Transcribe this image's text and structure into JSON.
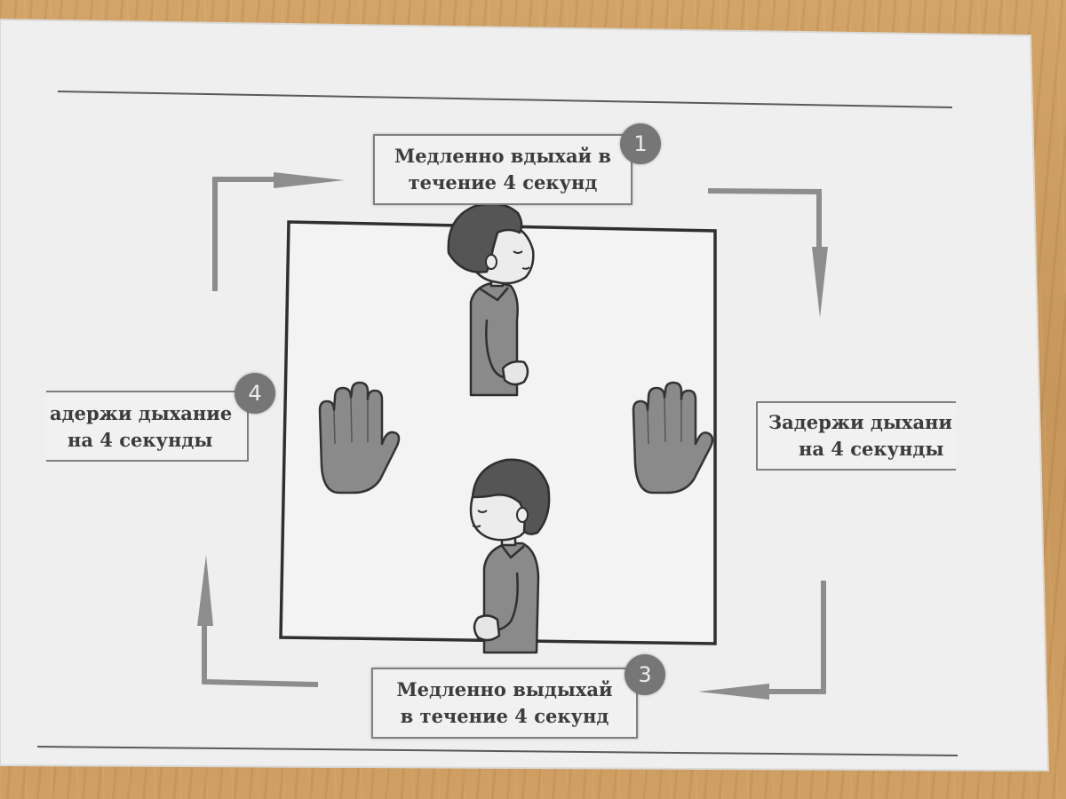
{
  "steps": [
    {
      "number": "1",
      "line1": "Медленно вдыхай в",
      "line2": "течение 4 секунд"
    },
    {
      "number": "",
      "line1": "Задержи дыхани",
      "line2": "на 4 секунды"
    },
    {
      "number": "3",
      "line1": "Медленно выдыхай",
      "line2": "в течение 4 секунд"
    },
    {
      "number": "4",
      "line1": "адержи дыхание",
      "line2": "на 4 секунды"
    }
  ],
  "colors": {
    "paper": "#efefef",
    "frame": "#2f2f2f",
    "arrow": "#8d8d8d",
    "figure": "#7a7a7a",
    "hair": "#4a4a4a",
    "badge": "#767676"
  },
  "icons": [
    "hand-icon",
    "person-inhale-icon",
    "person-exhale-icon",
    "arrow-icon"
  ]
}
